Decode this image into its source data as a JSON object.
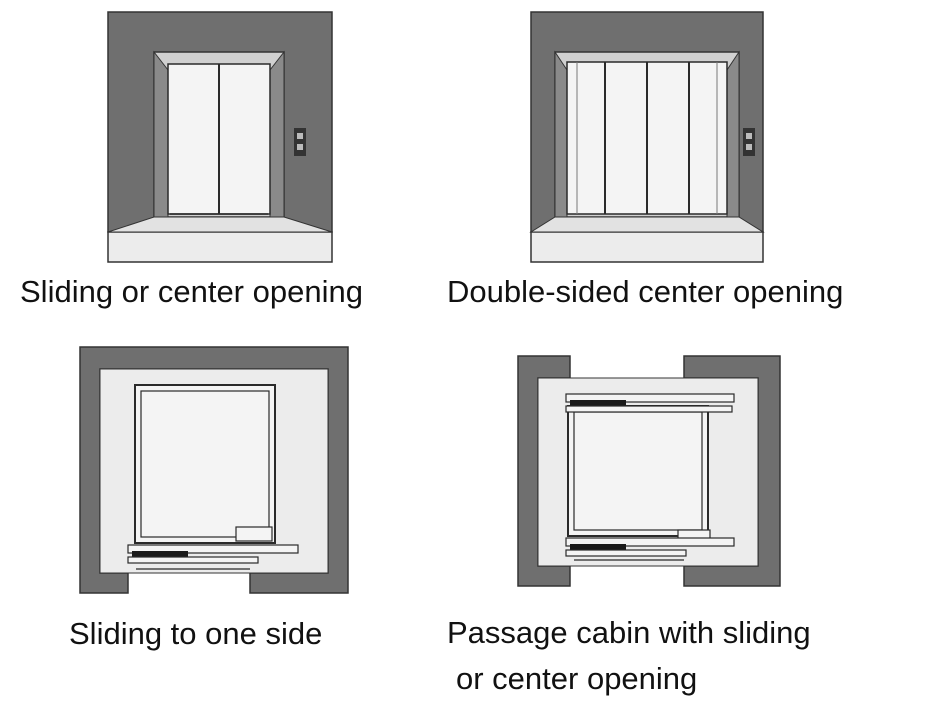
{
  "diagrams": [
    {
      "caption": "Sliding or center opening"
    },
    {
      "caption": "Double-sided center opening"
    },
    {
      "caption": "Sliding to one side"
    },
    {
      "caption_line1": "Passage cabin with sliding",
      "caption_line2": "or center opening"
    }
  ],
  "colors": {
    "wall": "#6f6f6f",
    "floor": "#ececec",
    "door": "#f4f4f4",
    "line": "#2a2a2a",
    "slot": "#1a1a1a"
  }
}
